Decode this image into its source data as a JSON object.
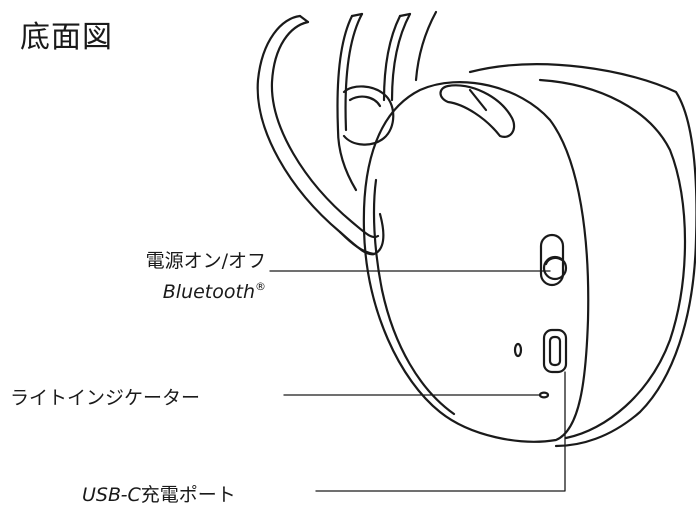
{
  "title": "底面図",
  "callouts": {
    "power": {
      "label": "電源オン/オフ",
      "sublabel": "Bluetooth",
      "mark": "®"
    },
    "led": {
      "label": "ライトインジケーター"
    },
    "usb": {
      "prefix": "USB-C",
      "label": "充電ポート"
    }
  },
  "colors": {
    "stroke": "#1a1a1a",
    "background": "#ffffff"
  }
}
